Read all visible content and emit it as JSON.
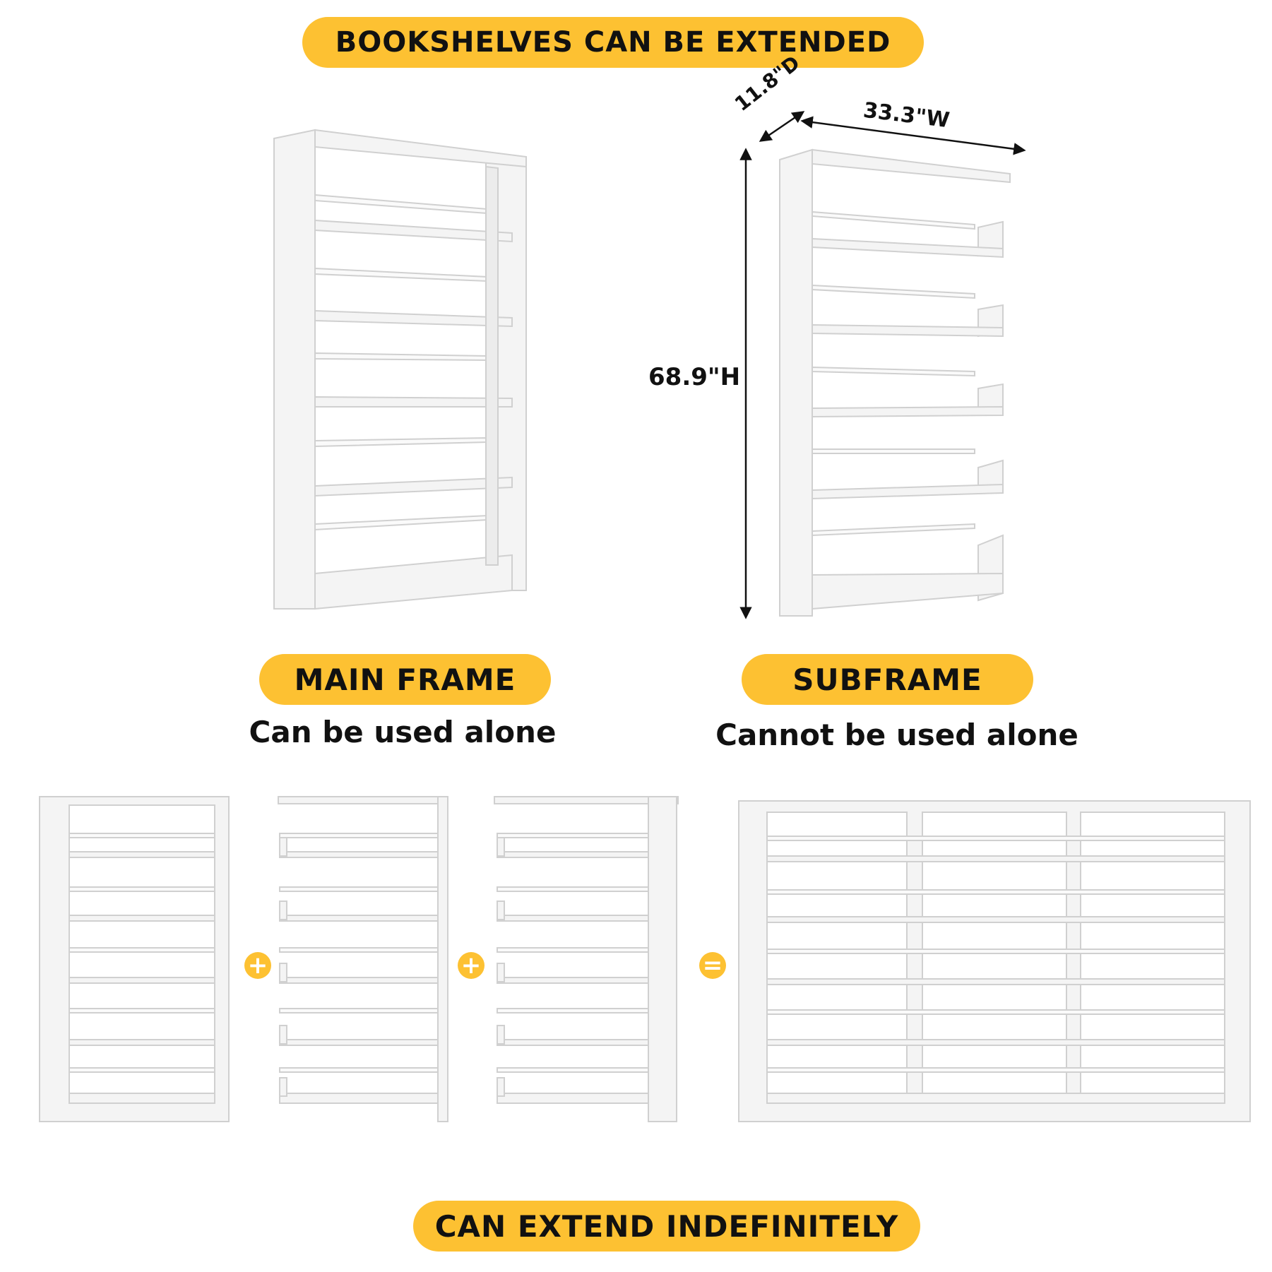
{
  "header": {
    "title": "BOOKSHELVES CAN BE EXTENDED"
  },
  "dimensions": {
    "depth": "11.8\"D",
    "width": "33.3\"W",
    "height": "68.9\"H"
  },
  "main_frame": {
    "label": "MAIN FRAME",
    "caption": "Can be used alone"
  },
  "subframe": {
    "label": "SUBFRAME",
    "caption": "Cannot be used alone"
  },
  "operators": {
    "plus": "+",
    "equals": "="
  },
  "footer": {
    "label": "CAN EXTEND INDEFINITELY"
  },
  "colors": {
    "accent": "#fdc132",
    "shelf": "#f2f2f2",
    "outline": "#d4d4d4",
    "text": "#111111"
  },
  "icons": [
    "plus-icon",
    "equals-icon",
    "dimension-arrow-icon"
  ]
}
